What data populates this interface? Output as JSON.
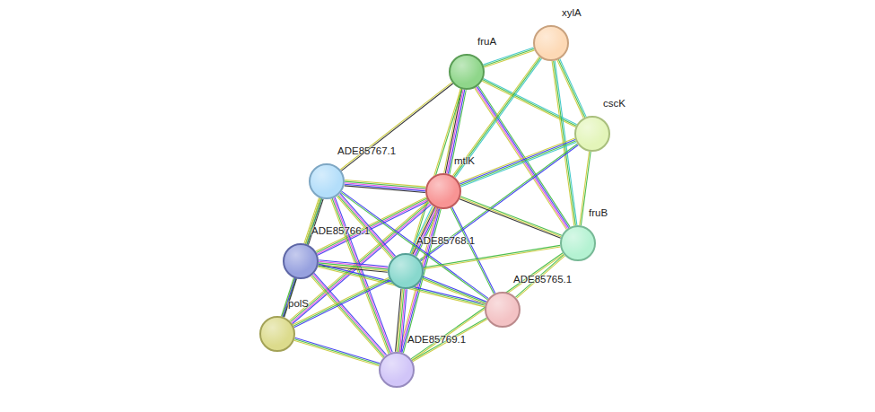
{
  "diagram": {
    "nodes": [
      {
        "text": [
          "xylA"
        ]
      },
      {
        "text": [
          "fruA"
        ]
      },
      {
        "text": [
          "cscK"
        ]
      },
      {
        "text": [
          "ADE85767.1"
        ]
      },
      {
        "text": [
          "mtlK"
        ]
      },
      {
        "text": [
          "fruB"
        ]
      },
      {
        "text": [
          "ADE85766.1"
        ]
      },
      {
        "text": [
          "ADE85768.1"
        ]
      },
      {
        "text": [
          "ADE85765.1"
        ]
      },
      {
        "text": [
          "polS"
        ]
      },
      {
        "text": [
          "ADE85769.1"
        ]
      }
    ],
    "edges": [
      {
        "from": 1,
        "to": 0,
        "arrow": "none"
      },
      {
        "from": 1,
        "to": 2,
        "arrow": "none"
      },
      {
        "from": 1,
        "to": 3,
        "arrow": "none"
      },
      {
        "from": 1,
        "to": 4,
        "arrow": "none"
      },
      {
        "from": 1,
        "to": 5,
        "arrow": "none"
      },
      {
        "from": 1,
        "to": 7,
        "arrow": "none"
      },
      {
        "from": 0,
        "to": 2,
        "arrow": "none"
      },
      {
        "from": 0,
        "to": 4,
        "arrow": "none"
      },
      {
        "from": 0,
        "to": 5,
        "arrow": "none"
      },
      {
        "from": 2,
        "to": 4,
        "arrow": "none"
      },
      {
        "from": 2,
        "to": 5,
        "arrow": "none"
      },
      {
        "from": 2,
        "to": 7,
        "arrow": "none"
      },
      {
        "from": 4,
        "to": 3,
        "arrow": "none"
      },
      {
        "from": 4,
        "to": 6,
        "arrow": "none"
      },
      {
        "from": 4,
        "to": 7,
        "arrow": "none"
      },
      {
        "from": 4,
        "to": 10,
        "arrow": "none"
      },
      {
        "from": 4,
        "to": 9,
        "arrow": "none"
      },
      {
        "from": 4,
        "to": 5,
        "arrow": "none"
      },
      {
        "from": 4,
        "to": 8,
        "arrow": "none"
      },
      {
        "from": 3,
        "to": 6,
        "arrow": "none"
      },
      {
        "from": 3,
        "to": 7,
        "arrow": "none"
      },
      {
        "from": 3,
        "to": 10,
        "arrow": "none"
      },
      {
        "from": 3,
        "to": 9,
        "arrow": "none"
      },
      {
        "from": 3,
        "to": 8,
        "arrow": "none"
      },
      {
        "from": 6,
        "to": 7,
        "arrow": "none"
      },
      {
        "from": 6,
        "to": 10,
        "arrow": "none"
      },
      {
        "from": 6,
        "to": 9,
        "arrow": "none"
      },
      {
        "from": 6,
        "to": 8,
        "arrow": "none"
      },
      {
        "from": 7,
        "to": 10,
        "arrow": "none"
      },
      {
        "from": 7,
        "to": 8,
        "arrow": "none"
      },
      {
        "from": 7,
        "to": 9,
        "arrow": "none"
      },
      {
        "from": 7,
        "to": 5,
        "arrow": "none"
      },
      {
        "from": 9,
        "to": 10,
        "arrow": "none"
      },
      {
        "from": 10,
        "to": 8,
        "arrow": "none"
      },
      {
        "from": 8,
        "to": 5,
        "arrow": "none"
      },
      {
        "from": 10,
        "to": 5,
        "arrow": "none"
      }
    ]
  }
}
